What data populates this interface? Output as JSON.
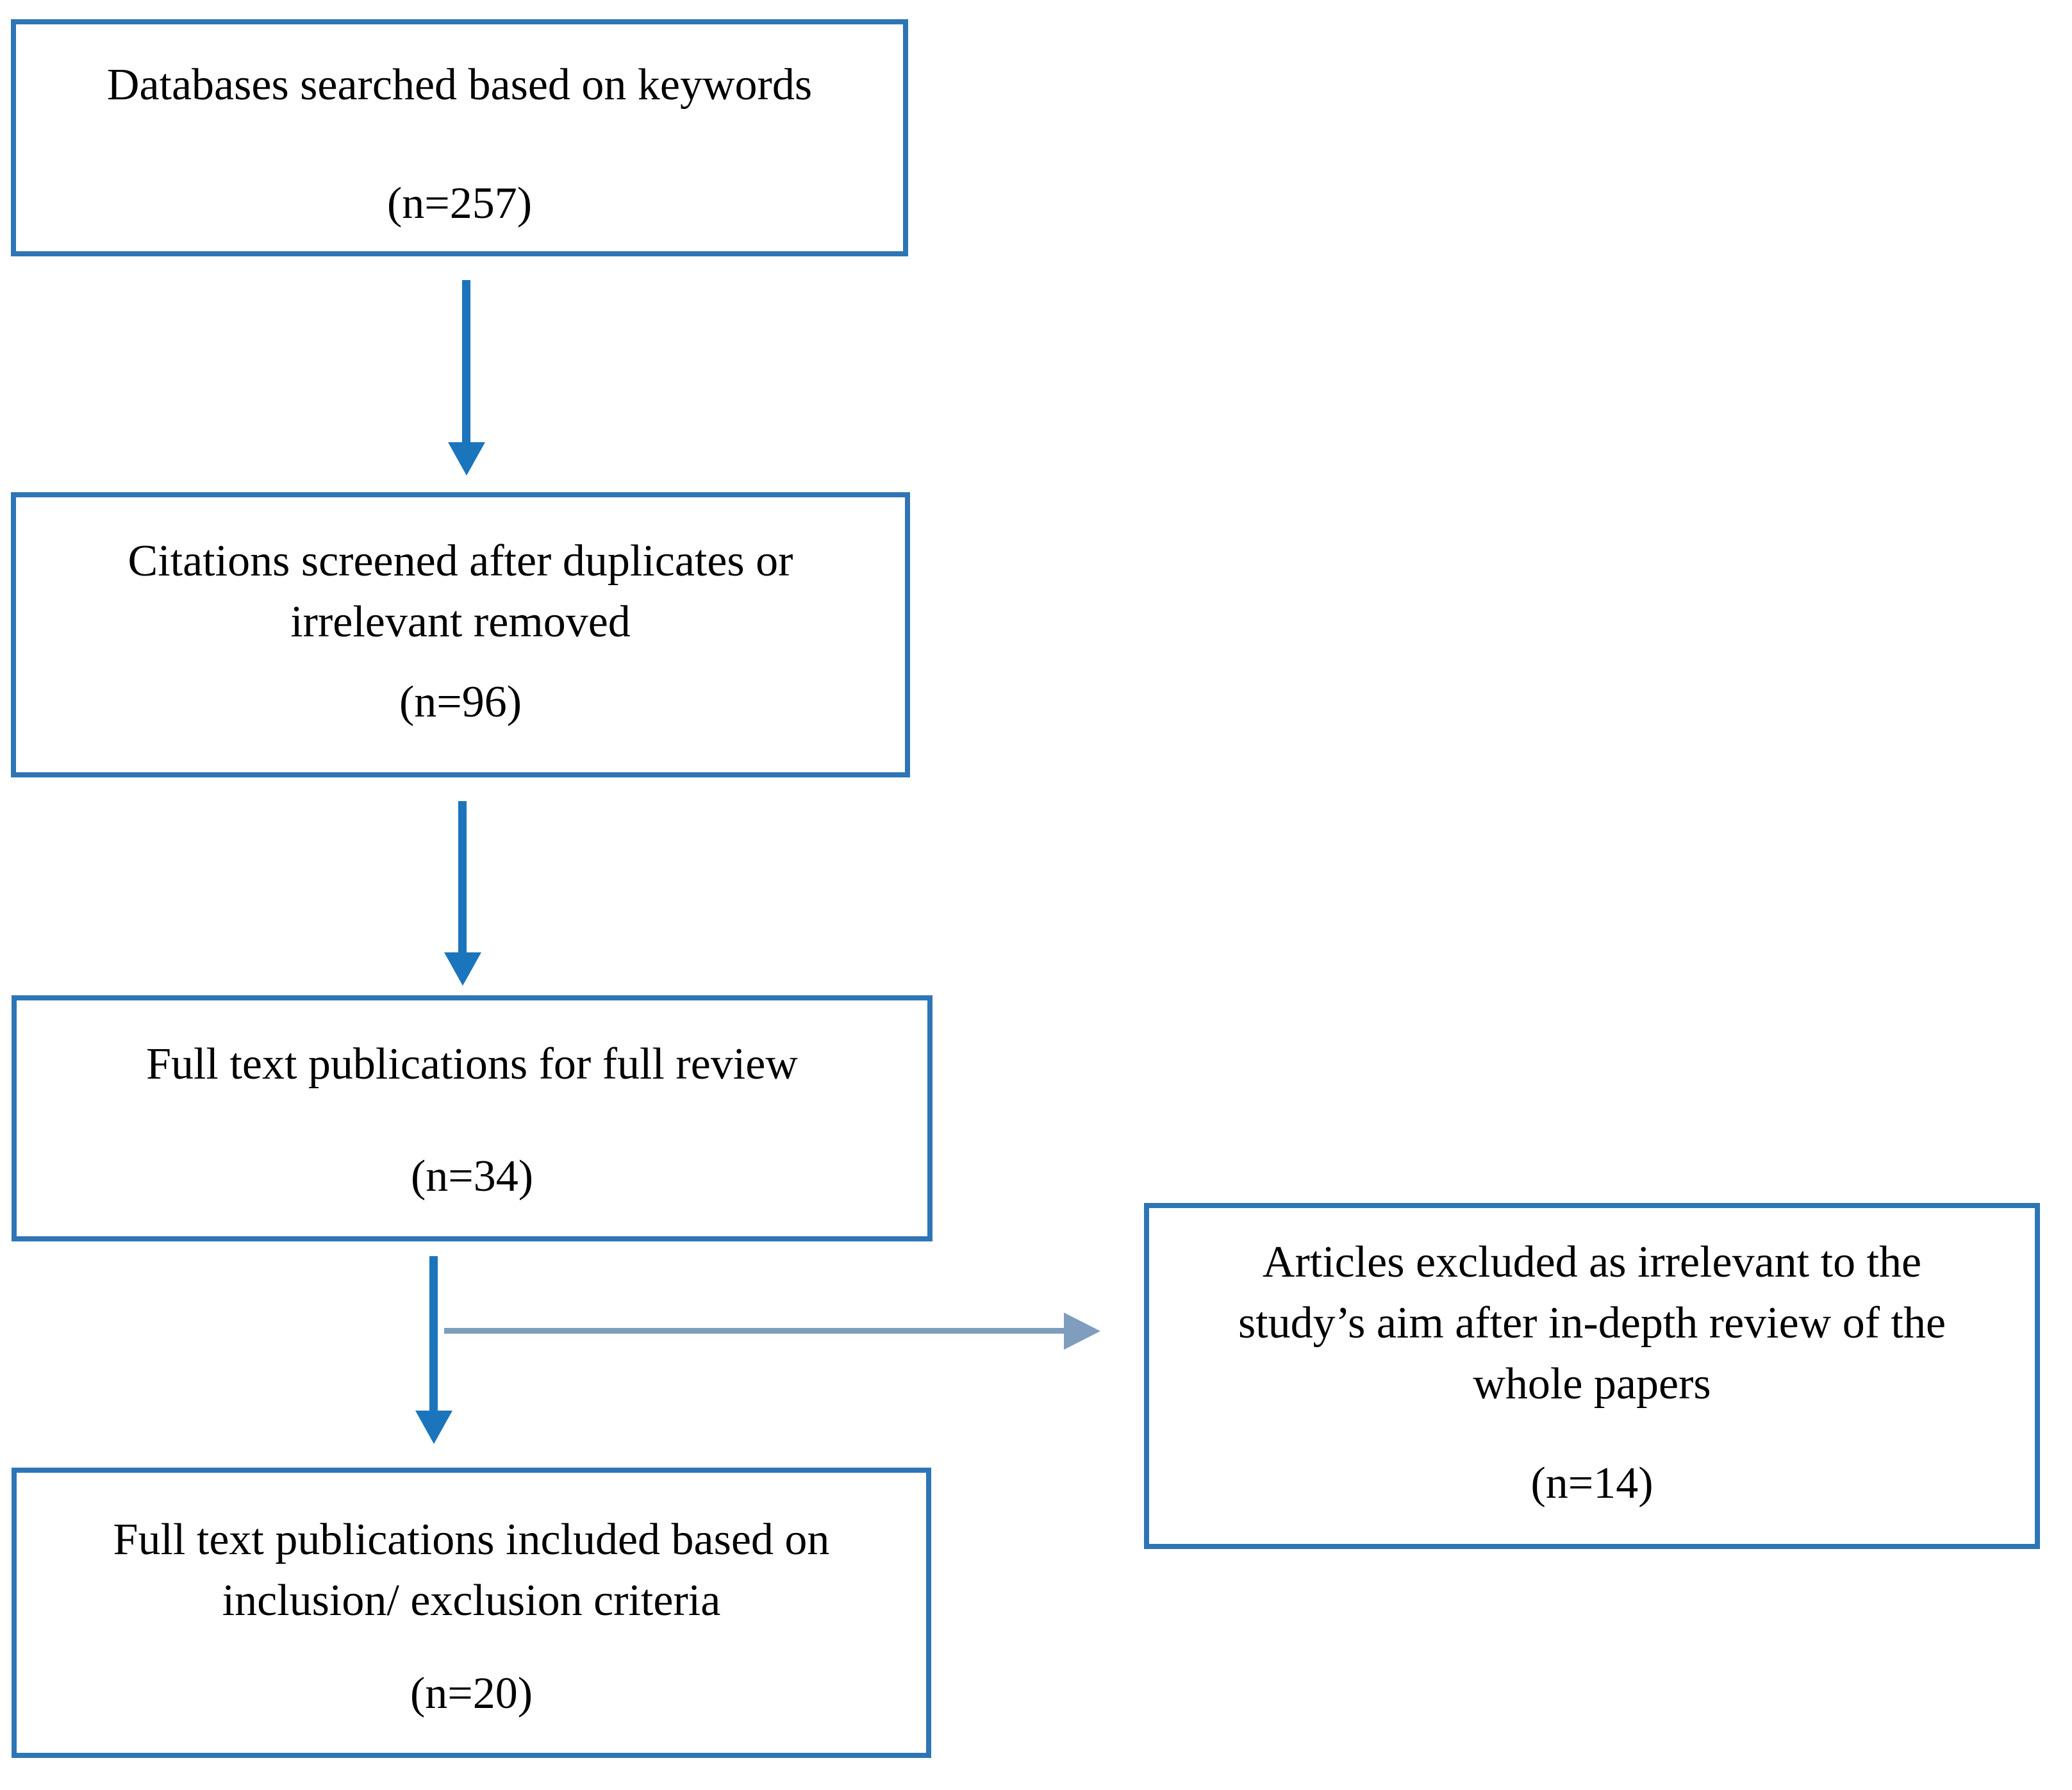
{
  "diagram": {
    "boxes": {
      "searched": {
        "text": "Databases searched based on keywords",
        "count": "(n=257)"
      },
      "screened": {
        "text": "Citations screened after duplicates or\nirrelevant removed",
        "count": "(n=96)"
      },
      "full_review": {
        "text": "Full text publications for full review",
        "count": "(n=34)"
      },
      "included": {
        "text": "Full text publications included based on\ninclusion/ exclusion criteria",
        "count": "(n=20)"
      },
      "excluded": {
        "text": "Articles excluded as irrelevant to the\nstudy’s aim after in-depth review of the\nwhole papers",
        "count": "(n=14)"
      }
    },
    "colors": {
      "box_border": "#2E75B6",
      "arrow_blue": "#1B75BC",
      "arrow_gray": "#7F9DBD",
      "text": "#000000",
      "background": "#FFFFFF"
    }
  }
}
